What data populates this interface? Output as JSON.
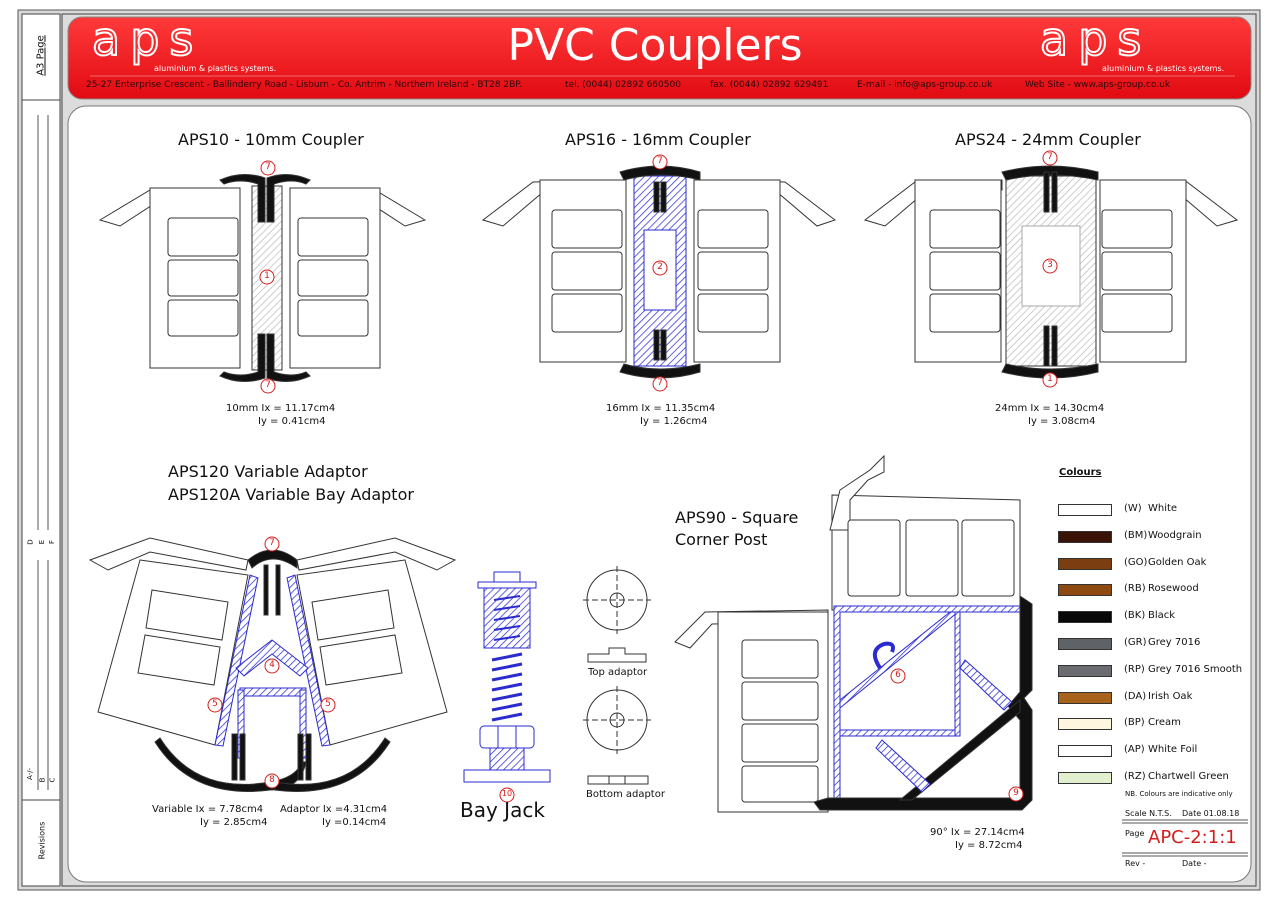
{
  "header": {
    "logo_text": "aps",
    "logo_sub": "aluminium & plastics systems.",
    "title": "PVC Couplers",
    "address": "25-27 Enterprise Crescent - Ballinderry Road - Lisburn - Co. Antrim - Northern Ireland - BT28 2BP.",
    "tel": "tel. (0044) 02892 660500",
    "fax": "fax. (0044) 02892 629491",
    "email": "E-mail - info@aps-group.co.uk",
    "web": "Web Site - www.aps-group.co.uk",
    "accent": "#ee1c24"
  },
  "left_strip": {
    "page_size": "A3 Page",
    "revisions": "Revisions",
    "letters_upper": [
      "D",
      "E",
      "F"
    ],
    "letters_lower": [
      "A-/-",
      "B",
      "C"
    ]
  },
  "sections": {
    "aps10": {
      "title": "APS10 - 10mm Coupler",
      "ix": "10mm Ix = 11.17cm4",
      "iy": "Iy = 0.41cm4",
      "markers": [
        "7",
        "1",
        "7"
      ]
    },
    "aps16": {
      "title": "APS16 - 16mm Coupler",
      "ix": "16mm Ix = 11.35cm4",
      "iy": "Iy = 1.26cm4",
      "markers": [
        "7",
        "2",
        "7"
      ]
    },
    "aps24": {
      "title": "APS24 - 24mm Coupler",
      "ix": "24mm Ix = 14.30cm4",
      "iy": "Iy = 3.08cm4",
      "markers": [
        "7",
        "3",
        "1"
      ]
    },
    "aps120": {
      "title1": "APS120 Variable Adaptor",
      "title2": "APS120A Variable Bay Adaptor",
      "var_ix": "Variable Ix = 7.78cm4",
      "var_iy": "Iy = 2.85cm4",
      "ad_ix": "Adaptor Ix =4.31cm4",
      "ad_iy": "Iy =0.14cm4",
      "markers": [
        "7",
        "4",
        "5",
        "5",
        "8"
      ]
    },
    "bayjack": {
      "title": "Bay Jack",
      "marker": "10",
      "top": "Top adaptor",
      "bottom": "Bottom adaptor"
    },
    "aps90": {
      "title1": "APS90 - Square",
      "title2": "Corner Post",
      "ix": "90° Ix = 27.14cm4",
      "iy": "Iy = 8.72cm4",
      "markers": [
        "6",
        "9"
      ]
    }
  },
  "colours": {
    "heading": "Colours",
    "items": [
      {
        "code": "(W)",
        "name": "White",
        "color": "#ffffff"
      },
      {
        "code": "(BM)",
        "name": "Woodgrain",
        "color": "#3a1208"
      },
      {
        "code": "(GO)",
        "name": "Golden Oak",
        "color": "#7a3e10"
      },
      {
        "code": "(RB)",
        "name": "Rosewood",
        "color": "#8e4a10"
      },
      {
        "code": "(BK)",
        "name": "Black",
        "color": "#080808"
      },
      {
        "code": "(GR)",
        "name": "Grey 7016",
        "color": "#5f6266"
      },
      {
        "code": "(RP)",
        "name": "Grey 7016 Smooth",
        "color": "#6a6c70"
      },
      {
        "code": "(DA)",
        "name": "Irish Oak",
        "color": "#a9621c"
      },
      {
        "code": "(BP)",
        "name": "Cream",
        "color": "#fff6e0"
      },
      {
        "code": "(AP)",
        "name": "White Foil",
        "color": "#ffffff"
      },
      {
        "code": "(RZ)",
        "name": "Chartwell Green",
        "color": "#e2f0d0"
      }
    ],
    "note": "NB. Colours are indicative only"
  },
  "title_block": {
    "scale": "Scale N.T.S.",
    "date": "Date 01.08.18",
    "page_label": "Page",
    "page_no": "APC-2:1:1",
    "rev": "Rev -",
    "date2": "Date -"
  }
}
